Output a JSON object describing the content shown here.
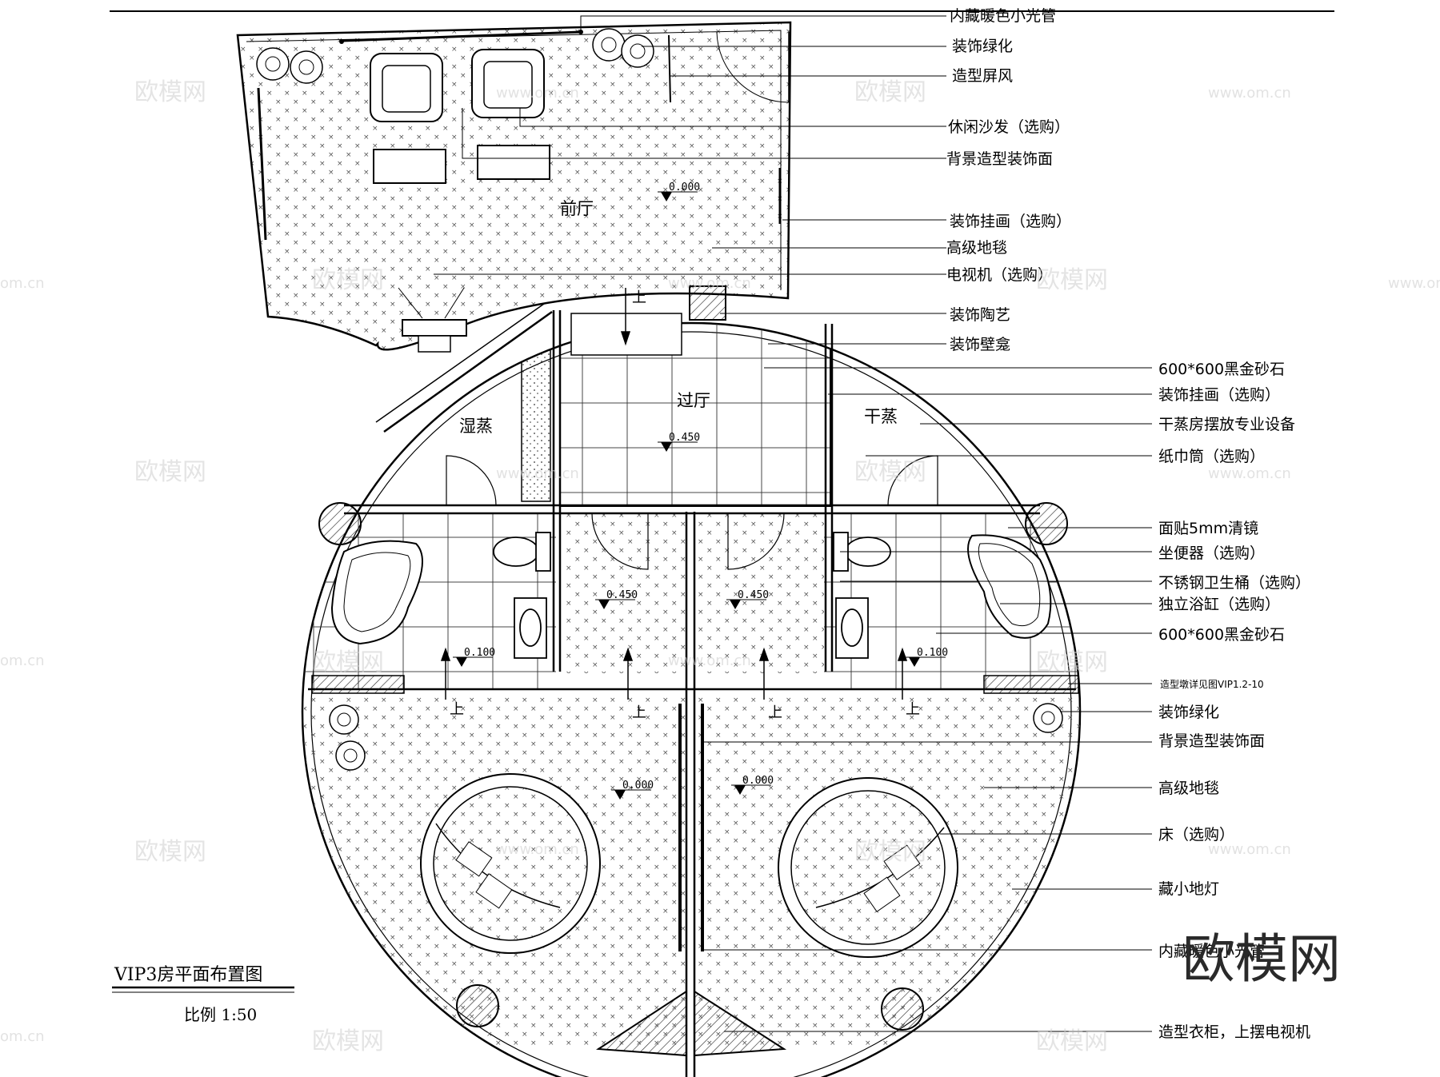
{
  "drawing": {
    "title": "VIP3房平面布置图",
    "scale": "比例 1:50"
  },
  "rooms": {
    "lobby": "前厅",
    "hall": "过厅",
    "wet_sauna": "湿蒸",
    "dry_sauna": "干蒸"
  },
  "levels": {
    "lobby": "0.000",
    "hall": "0.450",
    "bath_left": "0.450",
    "bath_right": "0.450",
    "step_left": "0.100",
    "step_right": "0.100",
    "bed_left": "0.000",
    "bed_right": "0.000"
  },
  "up_label": "上",
  "callouts": [
    "内藏暖色小光管",
    "装饰绿化",
    "造型屏风",
    "休闲沙发（选购）",
    "背景造型装饰面",
    "装饰挂画（选购）",
    "高级地毯",
    "电视机（选购）",
    "装饰陶艺",
    "装饰壁龛",
    "600*600黑金砂石",
    "装饰挂画（选购）",
    "干蒸房摆放专业设备",
    "纸巾筒（选购）",
    "面贴5mm清镜",
    "坐便器（选购）",
    "不锈钢卫生桶（选购）",
    "独立浴缸（选购）",
    "600*600黑金砂石",
    "造型墩详见图VIP1.2-10",
    "装饰绿化",
    "背景造型装饰面",
    "高级地毯",
    "床（选购）",
    "藏小地灯",
    "内藏暖色小光管",
    "造型衣柜，上摆电视机"
  ],
  "watermark": {
    "brand": "欧模网",
    "url": "www.om.cn",
    "url_edge": "om.cn"
  }
}
